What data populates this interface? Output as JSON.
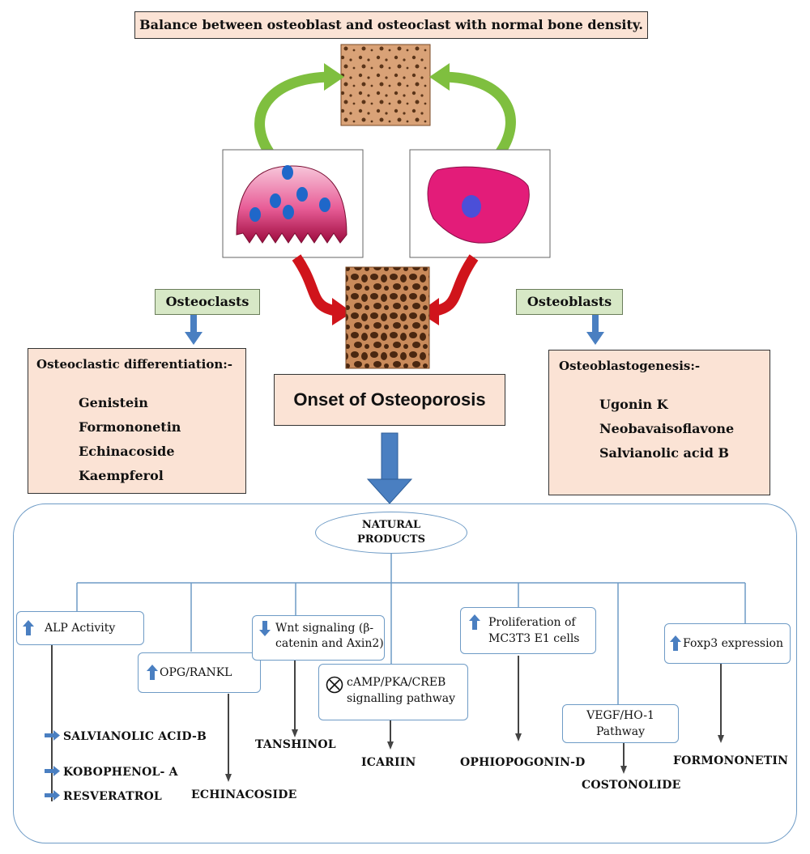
{
  "header": {
    "title": "Balance between osteoblast and osteoclast with normal bone density."
  },
  "labels": {
    "osteoclasts": "Osteoclasts",
    "osteoblasts": "Osteoblasts",
    "onset": "Onset of Osteoporosis"
  },
  "osteoclast_panel": {
    "heading": "Osteoclastic differentiation:-",
    "items": [
      "Genistein",
      "Formononetin",
      "Echinacoside",
      "Kaempferol"
    ]
  },
  "osteoblast_panel": {
    "heading": "Osteoblastogenesis:-",
    "items": [
      "Ugonin K",
      "Neobavaisoflavone",
      "Salvianolic acid B"
    ]
  },
  "natural_products": {
    "hub_label_line1": "NATURAL",
    "hub_label_line2": "PRODUCTS",
    "branches": [
      {
        "mechanism": "ALP Activity",
        "indicator": "up",
        "compounds": [
          "SALVIANOLIC ACID-B",
          "KOBOPHENOL- A",
          "RESVERATROL"
        ]
      },
      {
        "mechanism": "OPG/RANKL",
        "indicator": "up",
        "compounds": [
          "ECHINACOSIDE"
        ]
      },
      {
        "mechanism_line1": "Wnt signaling (β-",
        "mechanism_line2": "catenin and Axin2)",
        "indicator": "down",
        "compounds": [
          "TANSHINOL"
        ]
      },
      {
        "mechanism_line1": "cAMP/PKA/CREB",
        "mechanism_line2": "signalling pathway",
        "indicator": "inhibit",
        "compounds": [
          "ICARIIN"
        ]
      },
      {
        "mechanism_line1": "Proliferation of",
        "mechanism_line2": "MC3T3 E1 cells",
        "indicator": "up",
        "compounds": [
          "OPHIOPOGONIN-D"
        ]
      },
      {
        "mechanism_line1": "VEGF/HO-1",
        "mechanism_line2": "Pathway",
        "indicator": "none",
        "compounds": [
          "COSTONOLIDE"
        ]
      },
      {
        "mechanism": "Foxp3 expression",
        "indicator": "up",
        "compounds": [
          "FORMONONETIN"
        ]
      }
    ]
  },
  "colors": {
    "peach": "#fbe3d5",
    "green_label": "#d7e8c6",
    "blue_arrow": "#4a7fc1",
    "green_arrow": "#7fbf3f",
    "red_arrow": "#d0141b",
    "connector": "#6e9bc6"
  }
}
